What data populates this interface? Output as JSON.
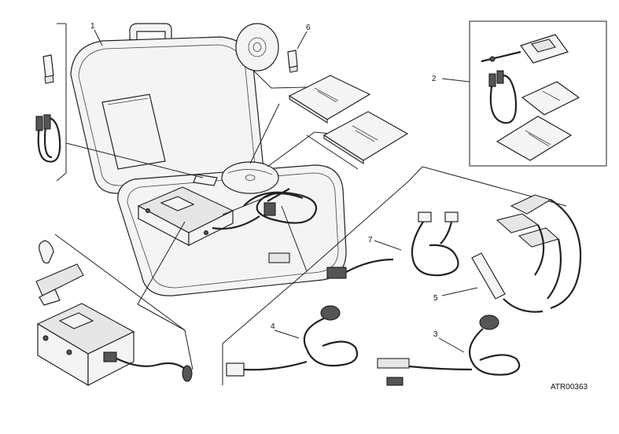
{
  "callouts": {
    "c1": "1",
    "c2": "2",
    "c3": "3",
    "c4": "4",
    "c5": "5",
    "c6": "6",
    "c7": "7"
  },
  "reference_code": "ATR00363"
}
